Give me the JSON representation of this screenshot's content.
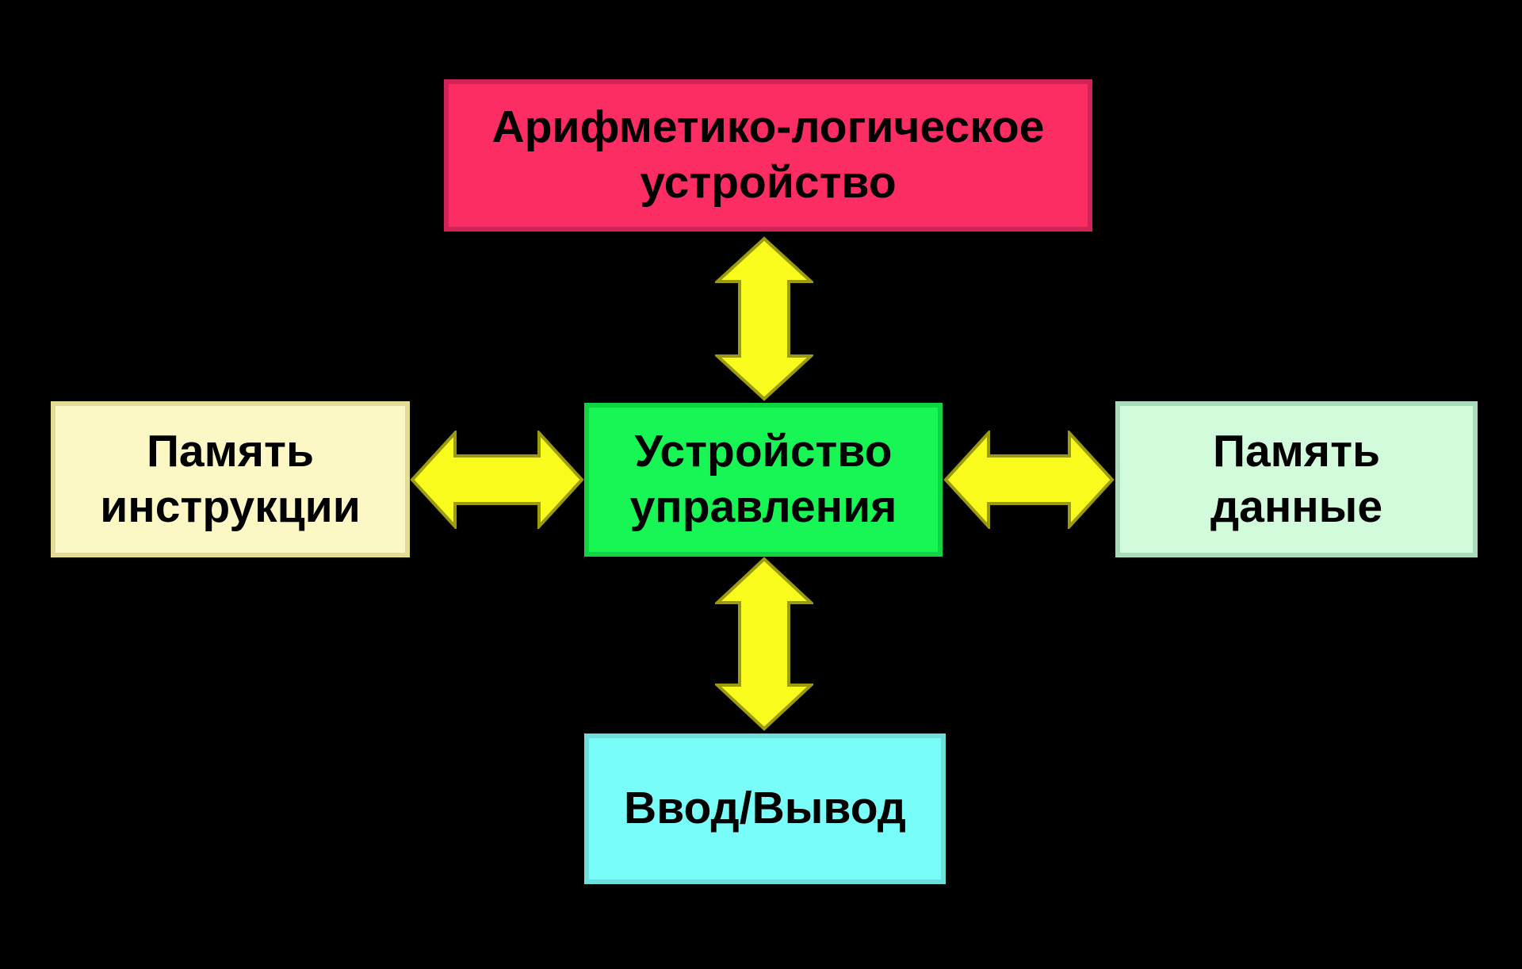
{
  "colors": {
    "background": "#000000",
    "arrow_fill": "#f8fb1c",
    "arrow_border": "#9c9b10",
    "text": "#000000"
  },
  "diagram": {
    "nodes": [
      {
        "id": "alu",
        "lines": [
          "Арифметико-логическое",
          "устройство"
        ],
        "fill": "#fb2d63",
        "border": "#d02458"
      },
      {
        "id": "instruction-memory",
        "lines": [
          "Память",
          "инструкции"
        ],
        "fill": "#fcf8c5",
        "border": "#e3dc96"
      },
      {
        "id": "control-unit",
        "lines": [
          "Устройство",
          "управления"
        ],
        "fill": "#18f655",
        "border": "#10d442"
      },
      {
        "id": "data-memory",
        "lines": [
          "Память",
          "данные"
        ],
        "fill": "#d2fbdc",
        "border": "#a8dcba"
      },
      {
        "id": "io",
        "lines": [
          "Ввод/Вывод"
        ],
        "fill": "#78fdf8",
        "border": "#6edfda"
      }
    ],
    "connections": [
      {
        "from": "control-unit",
        "to": "alu",
        "type": "bidirectional"
      },
      {
        "from": "control-unit",
        "to": "instruction-memory",
        "type": "bidirectional"
      },
      {
        "from": "control-unit",
        "to": "data-memory",
        "type": "bidirectional"
      },
      {
        "from": "control-unit",
        "to": "io",
        "type": "bidirectional"
      }
    ]
  }
}
